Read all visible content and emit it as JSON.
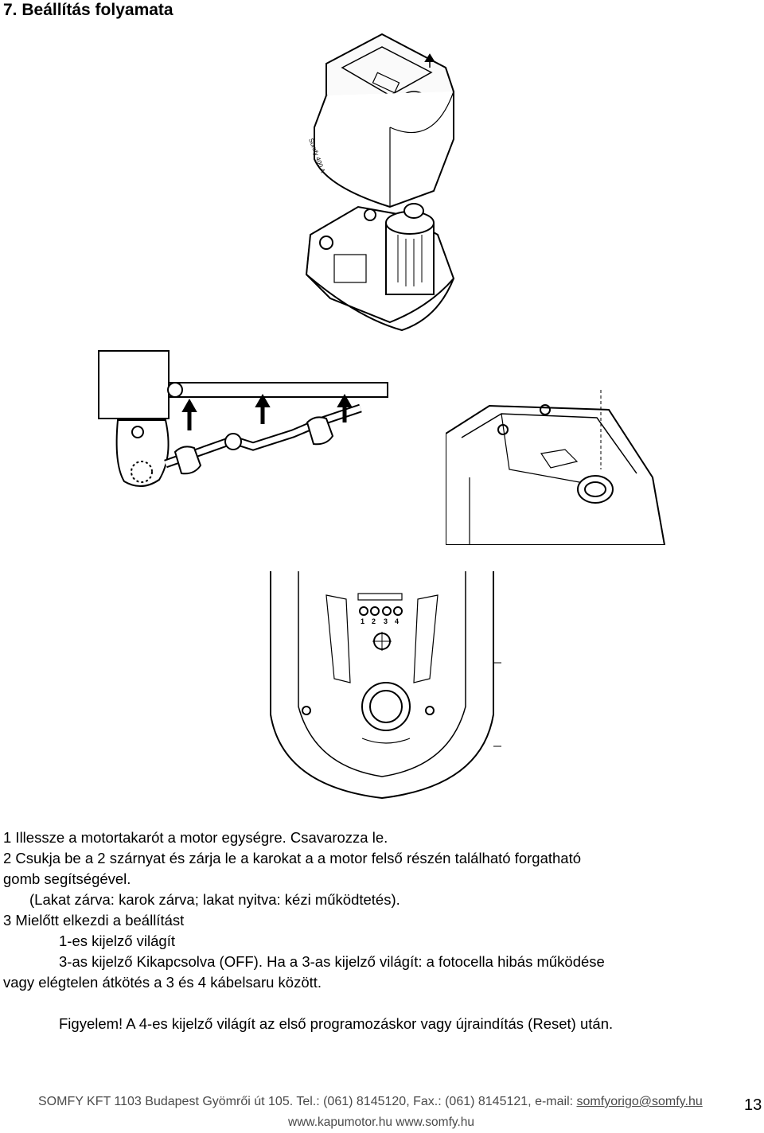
{
  "section": {
    "title": "7. Beállítás folyamata"
  },
  "figures": {
    "fig1": {
      "label_side": "Somfy 400 A"
    },
    "fig3": {
      "led_labels": [
        "1",
        "2",
        "3",
        "4"
      ]
    }
  },
  "steps": {
    "s1": "1 Illessze a motortakarót a motor egységre. Csavarozza le.",
    "s2a": "2 Csukja be a 2 szárnyat és zárja le a karokat a a motor felső részén található forgatható",
    "s2b": "gomb segítségével.",
    "s2c": "(Lakat zárva: karok zárva; lakat nyitva: kézi működtetés).",
    "s3a": "3 Mielőtt elkezdi a beállítást",
    "s3b": "1-es kijelző világít",
    "s3c": "3-as kijelző Kikapcsolva (OFF). Ha a 3-as kijelző világít: a fotocella hibás működése",
    "s3d": "vagy elégtelen átkötés a 3 és 4 kábelsaru között.",
    "note": "Figyelem! A 4-es kijelző világít az első programozáskor vagy újraindítás (Reset) után."
  },
  "footer": {
    "company": "SOMFY KFT 1103 Budapest Gyömrői út 105. Tel.: (061) 8145120, Fax.: (061) 8145121, e-mail: ",
    "email": "somfyorigo@somfy.hu",
    "websites": "www.kapumotor.hu www.somfy.hu",
    "page_number": "13"
  }
}
